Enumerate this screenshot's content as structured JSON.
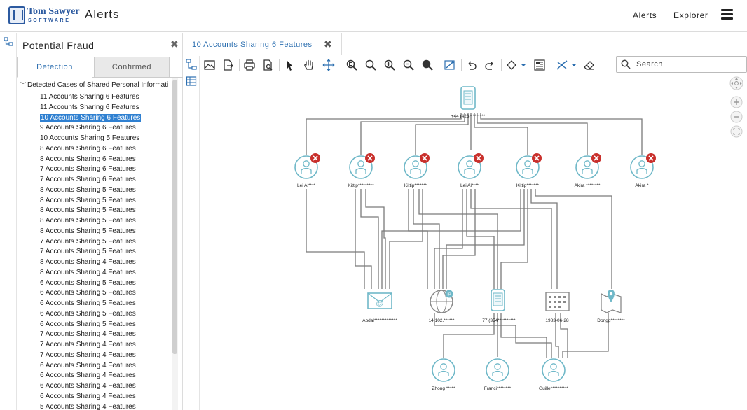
{
  "header": {
    "logo_line1": "Tom Sawyer",
    "logo_line2": "SOFTWARE",
    "app_title": "Alerts",
    "nav": [
      "Alerts",
      "Explorer"
    ]
  },
  "panel": {
    "title": "Potential Fraud",
    "tabs": [
      "Detection",
      "Confirmed"
    ],
    "tree_root": "Detected Cases of Shared Personal Informati",
    "items": [
      "11 Accounts Sharing 6 Features",
      "11 Accounts Sharing 6 Features",
      "10 Accounts Sharing 6 Features",
      "9 Accounts Sharing 6 Features",
      "10 Accounts Sharing 5 Features",
      "8 Accounts Sharing 6 Features",
      "8 Accounts Sharing 6 Features",
      "7 Accounts Sharing 6 Features",
      "7 Accounts Sharing 6 Features",
      "8 Accounts Sharing 5 Features",
      "8 Accounts Sharing 5 Features",
      "8 Accounts Sharing 5 Features",
      "8 Accounts Sharing 5 Features",
      "8 Accounts Sharing 5 Features",
      "7 Accounts Sharing 5 Features",
      "7 Accounts Sharing 5 Features",
      "8 Accounts Sharing 4 Features",
      "8 Accounts Sharing 4 Features",
      "6 Accounts Sharing 5 Features",
      "6 Accounts Sharing 5 Features",
      "6 Accounts Sharing 5 Features",
      "6 Accounts Sharing 5 Features",
      "6 Accounts Sharing 5 Features",
      "7 Accounts Sharing 4 Features",
      "7 Accounts Sharing 4 Features",
      "7 Accounts Sharing 4 Features",
      "6 Accounts Sharing 4 Features",
      "6 Accounts Sharing 4 Features",
      "6 Accounts Sharing 4 Features",
      "6 Accounts Sharing 4 Features",
      "5 Accounts Sharing 4 Features"
    ],
    "selected_index": 2
  },
  "document": {
    "tab_label": "10 Accounts Sharing 6 Features"
  },
  "toolbar": {
    "search_placeholder": "Search"
  },
  "graph": {
    "phone_top": "+44 (423*********",
    "accounts": [
      "Lei Al****",
      "Kittip*********",
      "Kittip*******",
      "Lei Al****",
      "Kittip*******",
      "Akira ********",
      "Akira *"
    ],
    "features": [
      "Abdal*************",
      "14.102.******",
      "+77 (354**********",
      "1983-06-28",
      "Dongg********"
    ],
    "bottom_accounts": [
      "Zhong *****",
      "Franci********",
      "Guille**********"
    ],
    "ip_badge": "IP"
  },
  "colors": {
    "accent": "#2c6fb0",
    "selection": "#2f80d1",
    "alert": "#c9302c",
    "node_teal": "#6fb8c8",
    "edge": "#7a7a7a"
  }
}
